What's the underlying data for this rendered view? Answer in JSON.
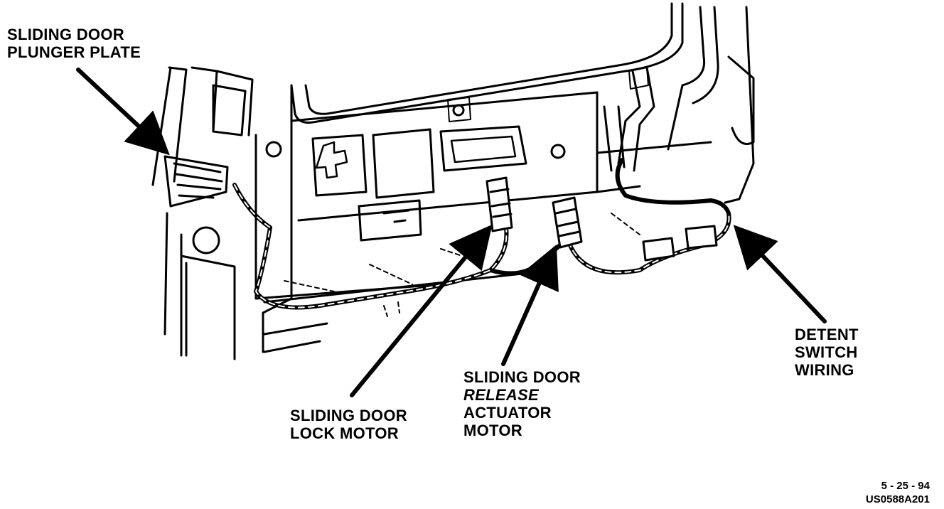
{
  "labels": {
    "plunger_plate": [
      "SLIDING DOOR",
      "PLUNGER PLATE"
    ],
    "lock_motor": [
      "SLIDING DOOR",
      "LOCK MOTOR"
    ],
    "release_actuator": [
      "SLIDING DOOR",
      "RELEASE",
      "ACTUATOR",
      "MOTOR"
    ],
    "detent_switch": [
      "DETENT",
      "SWITCH",
      "WIRING"
    ]
  },
  "footer": {
    "date": "5 - 25 - 94",
    "code": "US0588A201"
  },
  "colors": {
    "ink": "#000000",
    "paper": "#ffffff"
  }
}
